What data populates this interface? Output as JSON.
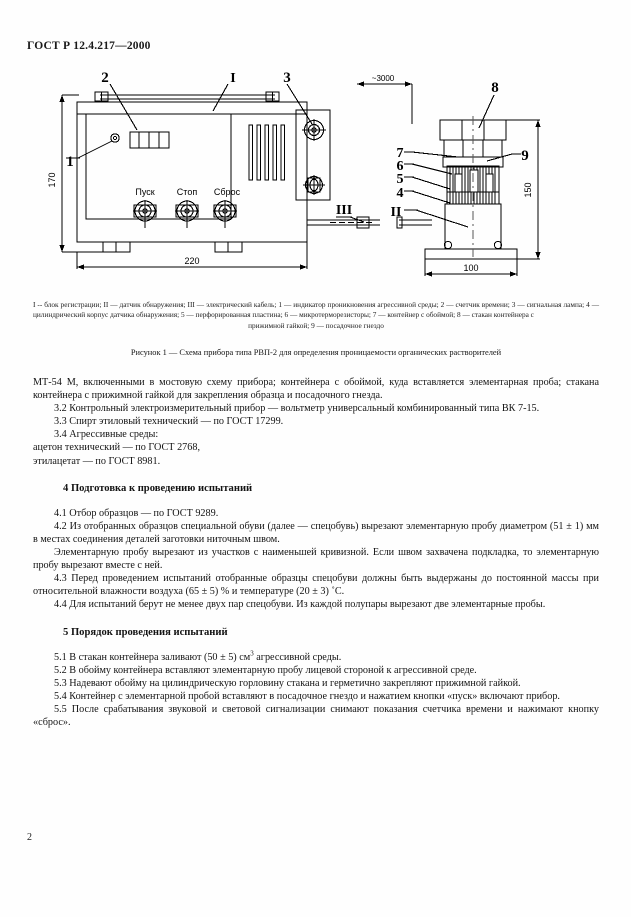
{
  "header": {
    "standard_code": "ГОСТ Р 12.4.217—2000"
  },
  "figure": {
    "callouts": {
      "c1": "1",
      "c2": "2",
      "c3": "3",
      "c4": "4",
      "c5": "5",
      "c6": "6",
      "c7": "7",
      "c8": "8",
      "c9": "9",
      "r1": "I",
      "r2": "II",
      "r3": "III"
    },
    "buttons": {
      "start": "Пуск",
      "stop": "Стоп",
      "reset": "Сброс"
    },
    "dimensions": {
      "height_left": "170",
      "width_bottom": "220",
      "cable_length": "~3000",
      "sensor_height": "150",
      "sensor_base": "100"
    },
    "legend": "I -- блок регистрации;  II — датчик обнаружения; III — электрический кабель;  1 — индикатор проникновения агрессивной среды; 2 — счетчик времени; 3 — сигнальная лампа; 4 — цилиндрический корпус датчика обнаружения; 5 — перфорированная пластина;  6 — микротерморезисторы;  7 — контейнер с обоймой;  8 — стакан контейнера с",
    "legend_last": "прижимной гайкой; 9 — посадочное гнездо",
    "caption": "Рисунок 1  —  Схема прибора типа РВП-2 для определения проницаемости органических растворителей"
  },
  "body": {
    "p_continued": "МТ-54 М, включенными в мостовую схему прибора; контейнера с обоймой, куда вставляется элементарная проба; стакана контейнера с прижимной гайкой для закрепления образца и посадочного гнезда.",
    "p_3_2": "3.2 Контрольный электроизмерительный прибор — вольтметр универсальный комбинированный типа ВК 7-15.",
    "p_3_3": "3.3 Спирт этиловый технический  —  по ГОСТ 17299.",
    "p_3_4": "3.4 Агрессивные среды:",
    "p_3_4_a": "ацетон технический  —  по ГОСТ 2768,",
    "p_3_4_b": "этилацетат —  по ГОСТ 8981.",
    "head_4": "4  Подготовка к проведению испытаний",
    "p_4_1": "4.1 Отбор образцов  —  по ГОСТ 9289.",
    "p_4_2": "4.2 Из отобранных образцов специальной обуви (далее  —  спецобувь) вырезают элементарную пробу диаметром (51 ± 1) мм в местах соединения деталей заготовки ниточным швом.",
    "p_4_2_b": "Элементарную пробу вырезают из участков с наименьшей кривизной. Если швом захвачена подкладка, то элементарную пробу вырезают вместе с ней.",
    "p_4_3": "4.3 Перед проведением испытаний отобранные образцы спецобуви должны быть выдержаны до постоянной массы при относительной влажности воздуха (65 ± 5) % и температуре (20 ± 3) ˚С.",
    "p_4_4": "4.4 Для испытаний берут не менее двух пар спецобуви. Из каждой полупары вырезают две элементарные пробы.",
    "head_5": "5  Порядок проведения испытаний",
    "p_5_1_a": "5.1 В стакан контейнера заливают (50 ± 5) см",
    "p_5_1_sup": "3",
    "p_5_1_b": " агрессивной среды.",
    "p_5_2": "5.2 В обойму контейнера вставляют элементарную пробу лицевой стороной к агрессивной среде.",
    "p_5_3": "5.3 Надевают обойму на цилиндрическую горловину стакана и герметично закрепляют прижимной гайкой.",
    "p_5_4": "5.4 Контейнер с элементарной пробой вставляют в посадочное гнездо и нажатием кнопки «пуск» включают прибор.",
    "p_5_5": "5.5 После срабатывания звуковой и световой сигнализации снимают показания счетчика времени и нажимают кнопку «сброс»."
  },
  "footer": {
    "page_number": "2"
  },
  "colors": {
    "ink": "#131313",
    "line": "#000000",
    "paper": "#fefefe"
  }
}
